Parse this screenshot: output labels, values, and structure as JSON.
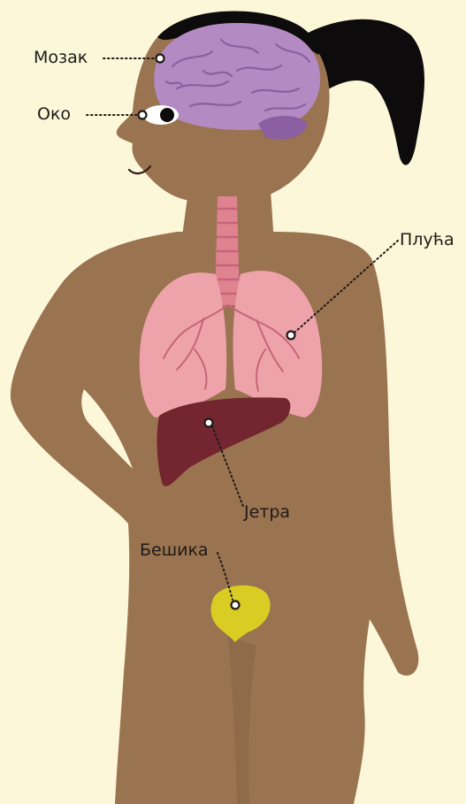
{
  "labels": {
    "brain": "Мозак",
    "eye": "Око",
    "lungs": "Плућа",
    "liver": "Јетра",
    "bladder": "Бешика"
  },
  "colors": {
    "background": "#fcf7d8",
    "skin": "#9a7350",
    "hair": "#0d0b0b",
    "brain": "#b38ac2",
    "lungs": "#eea3ab",
    "trachea": "#df8390",
    "liver": "#73262f",
    "bladder": "#d9cc23",
    "leader": "#1f1a17"
  }
}
